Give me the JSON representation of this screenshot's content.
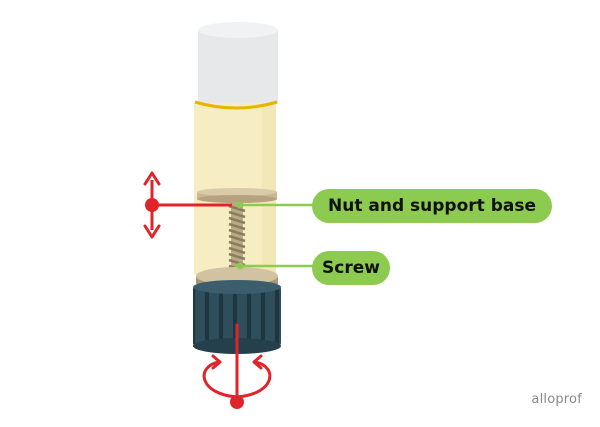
{
  "labels": {
    "nut_and_support_base": "Nut and support base",
    "screw": "Screw"
  },
  "brand": "alloprof",
  "colors": {
    "callout_fill": "#8ccb4f",
    "leader_line": "#8ccb4f",
    "motion_arrows": "#e0242a",
    "plunger_cap": "#e7e8ea",
    "tube_fill": "#f6edc2",
    "gold_ring": "#e8b400",
    "nut_base": "#d1c3a2",
    "knob": "#2f4e5c"
  },
  "icons": {
    "vertical_motion": "double-arrow-up-down-icon",
    "rotation": "curved-arrows-rotation-icon"
  }
}
